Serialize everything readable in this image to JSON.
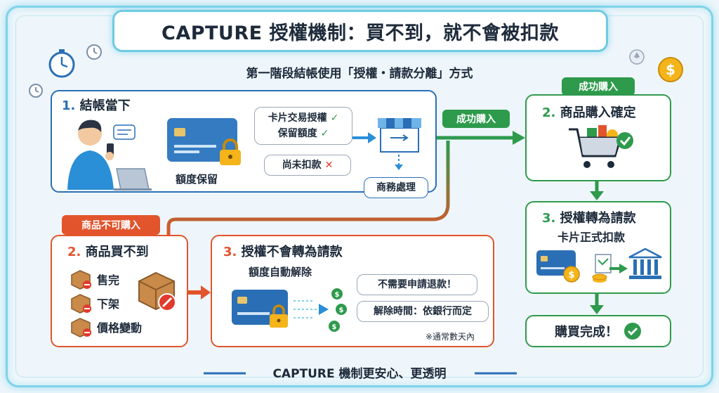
{
  "title": "CAPTURE 授權機制：買不到，就不會被扣款",
  "subtitle": "第一階段結帳使用「授權・請款分離」方式",
  "footer": "CAPTURE 機制更安心、更透明",
  "checkout": {
    "title_num": "1.",
    "title": "結帳當下",
    "auth_line1": "卡片交易授權",
    "auth_line2": "保留額度",
    "not_charged": "尚未扣款",
    "hold_label": "額度保留",
    "merchant_label": "商務處理"
  },
  "success_arrow_label": "成功購入",
  "success_tag": "成功購入",
  "confirm": {
    "title_num": "2.",
    "title": "商品購入確定"
  },
  "capture": {
    "title_num": "3.",
    "title": "授權轉為請款",
    "subtitle": "卡片正式扣款"
  },
  "done": {
    "label": "購買完成！"
  },
  "fail_tag": "商品不可購入",
  "unavailable": {
    "title_num": "2.",
    "title": "商品買不到",
    "reasons": [
      "售完",
      "下架",
      "價格變動"
    ]
  },
  "release": {
    "title_num": "3.",
    "title": "授權不會轉為請款",
    "subtitle": "額度自動解除",
    "no_refund": "不需要申請退款！",
    "release_time": "解除時間：依銀行而定",
    "note": "※通常數天內"
  },
  "colors": {
    "blue": "#2a6fb5",
    "green": "#2e9a4c",
    "red": "#e2542c",
    "frame": "#7fd3e8"
  },
  "icons": [
    "stopwatch-icon",
    "clock-icon",
    "coin-icon",
    "credit-card-icon",
    "lock-icon",
    "store-icon",
    "shopping-cart-icon",
    "bank-icon",
    "box-icon",
    "check-circle-icon",
    "dollar-coin-icon",
    "user-laptop-icon"
  ]
}
